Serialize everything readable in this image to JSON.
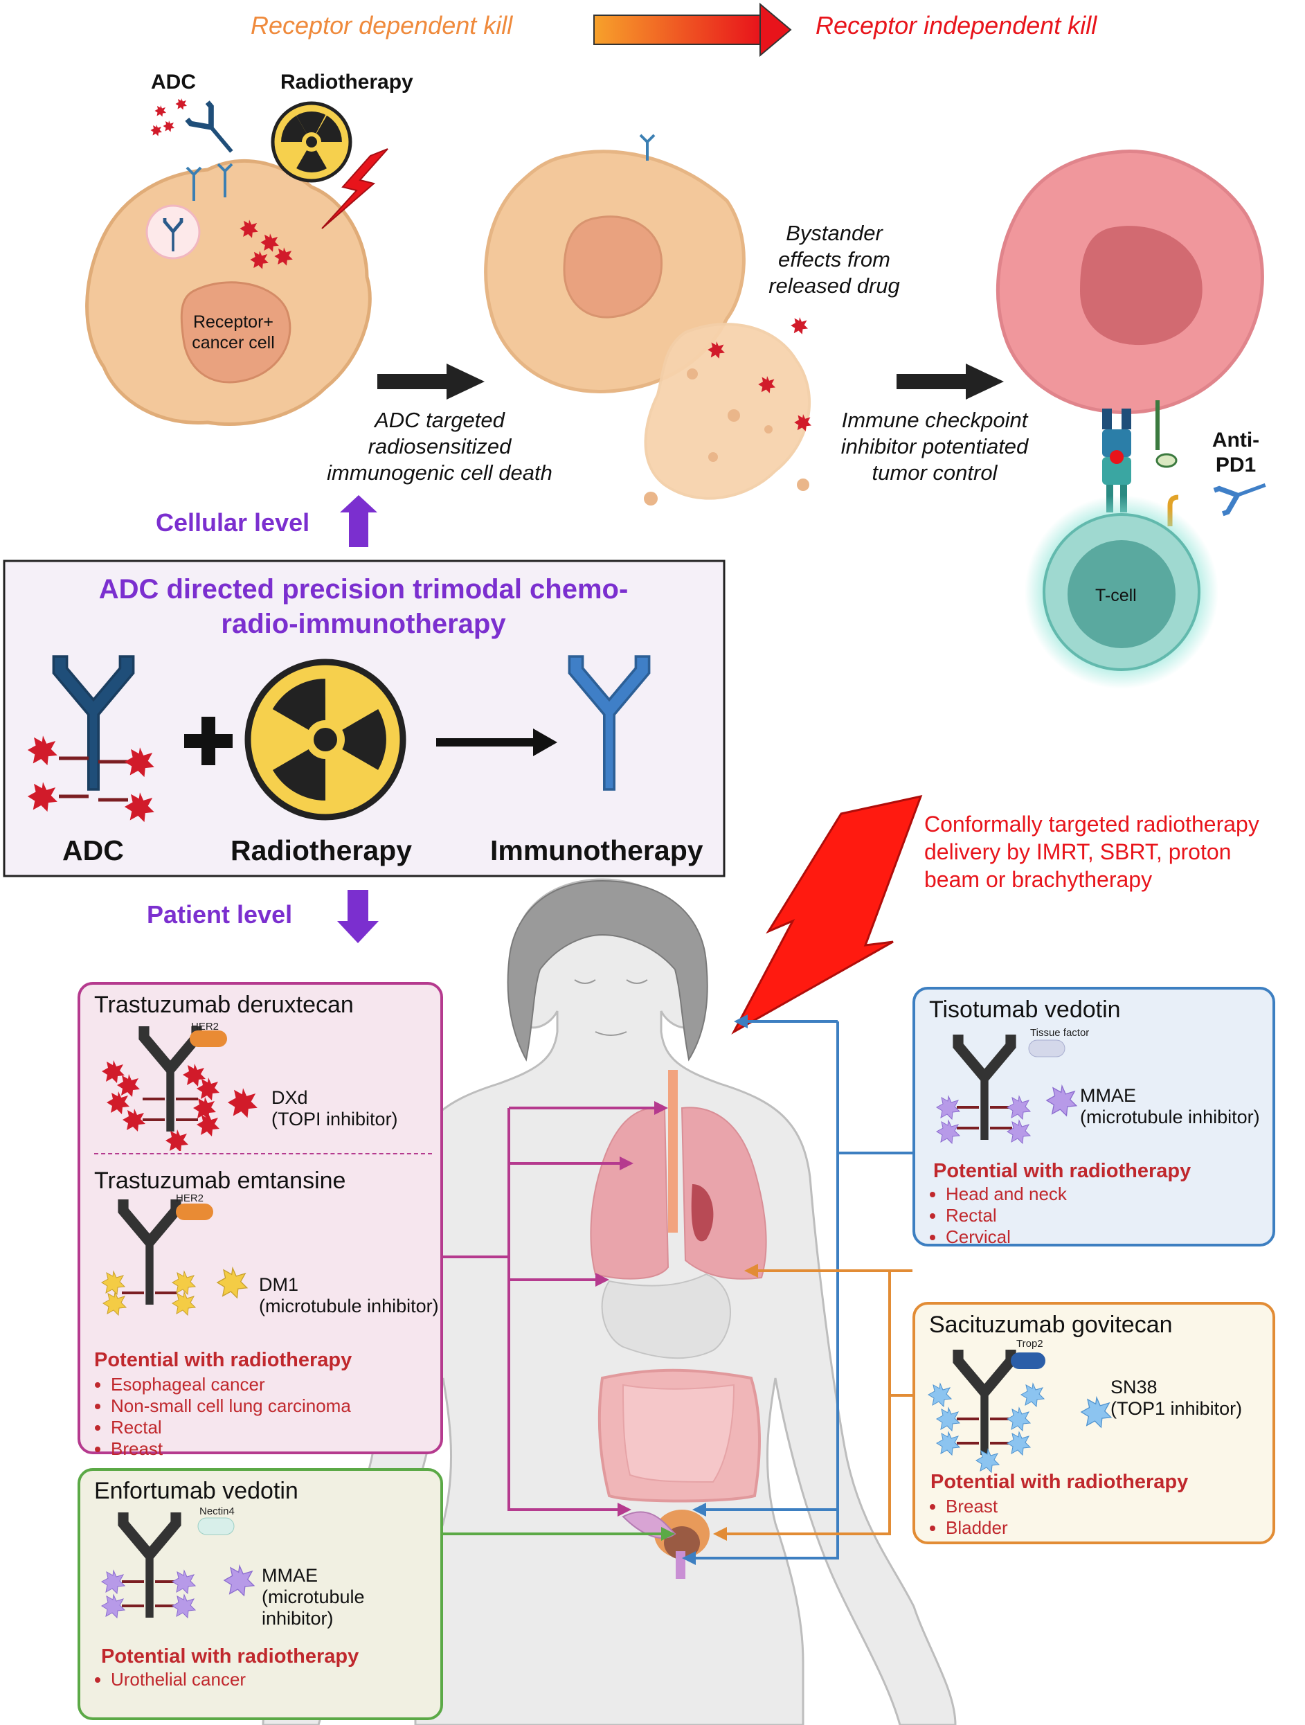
{
  "header": {
    "left": "Receptor dependent kill",
    "right": "Receptor independent kill"
  },
  "top_labels": {
    "adc": "ADC",
    "radiotherapy": "Radiotherapy",
    "receptor_cell": "Receptor+ cancer cell",
    "bystander": "Bystander effects from released drug",
    "step1": "ADC targeted radiosensitized immunogenic cell death",
    "step2": "Immune checkpoint inhibitor potentiated tumor control",
    "anti_pd1": "Anti- PD1",
    "tcell": "T-cell",
    "cellular_level": "Cellular level",
    "patient_level": "Patient level"
  },
  "central": {
    "title": "ADC directed precision trimodal chemo-radio-immunotherapy",
    "adc": "ADC",
    "radiotherapy": "Radiotherapy",
    "immunotherapy": "Immunotherapy"
  },
  "radiotherapy_note": "Conformally targeted radiotherapy delivery by IMRT, SBRT, proton beam or brachytherapy",
  "potential_label": "Potential with radiotherapy",
  "drugs": {
    "tdxd": {
      "name": "Trastuzumab deruxtecan",
      "target": "HER2",
      "payload": "DXd",
      "payload_desc": "(TOPI inhibitor)"
    },
    "tdm1": {
      "name": "Trastuzumab emtansine",
      "target": "HER2",
      "payload": "DM1",
      "payload_desc": "(microtubule inhibitor)",
      "indications": [
        "Esophageal cancer",
        "Non-small cell lung carcinoma",
        "Rectal",
        "Breast"
      ]
    },
    "ev": {
      "name": "Enfortumab vedotin",
      "target": "Nectin4",
      "payload": "MMAE",
      "payload_desc": "(microtubule inhibitor)",
      "indications": [
        "Urothelial cancer"
      ]
    },
    "tv": {
      "name": "Tisotumab vedotin",
      "target": "Tissue factor",
      "payload": "MMAE",
      "payload_desc": "(microtubule inhibitor)",
      "indications": [
        "Head and neck",
        "Rectal",
        "Cervical"
      ]
    },
    "sg": {
      "name": "Sacituzumab govitecan",
      "target": "Trop2",
      "payload": "SN38",
      "payload_desc": "(TOP1 inhibitor)",
      "indications": [
        "Breast",
        "Bladder"
      ]
    }
  },
  "colors": {
    "orange_text": "#ef8a3c",
    "red_text": "#e8141b",
    "purple": "#7b2fcf",
    "magenta_box": "#b53a8e",
    "green_box": "#5ba946",
    "blue_box": "#3d7fc1",
    "orange_box": "#e28c35",
    "indication_red": "#c0282d",
    "cell_tan": "#f3c89b",
    "cell_pink": "#f0979c"
  }
}
